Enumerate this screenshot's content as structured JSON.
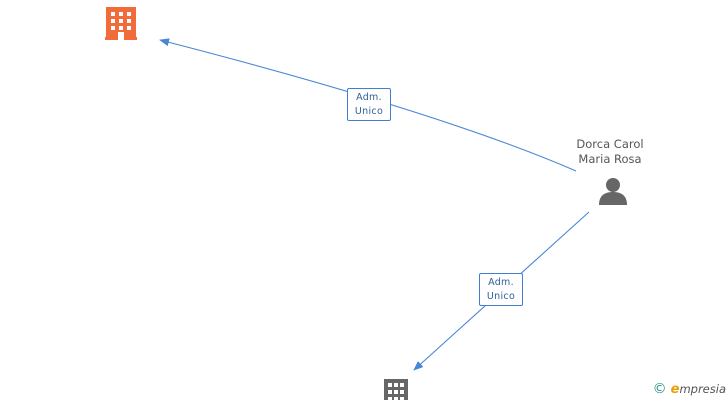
{
  "nodes": {
    "company_top": {
      "icon": "building-icon",
      "color": "#f26b3a"
    },
    "person": {
      "icon": "person-icon",
      "color": "#666666",
      "name_lines": [
        "Dorca Carol",
        "Maria Rosa"
      ]
    },
    "company_bottom": {
      "icon": "building-icon",
      "color": "#666666"
    }
  },
  "edges": [
    {
      "from": "person",
      "to": "company_top",
      "label_lines": [
        "Adm.",
        "Unico"
      ]
    },
    {
      "from": "person",
      "to": "company_bottom",
      "label_lines": [
        "Adm.",
        "Unico"
      ]
    }
  ],
  "colors": {
    "edge": "#4a86d6",
    "label_border": "#3f7fcf",
    "label_text": "#2f5f99"
  },
  "credit": {
    "symbol": "©",
    "brand_initial": "e",
    "brand_rest": "mpresia"
  }
}
